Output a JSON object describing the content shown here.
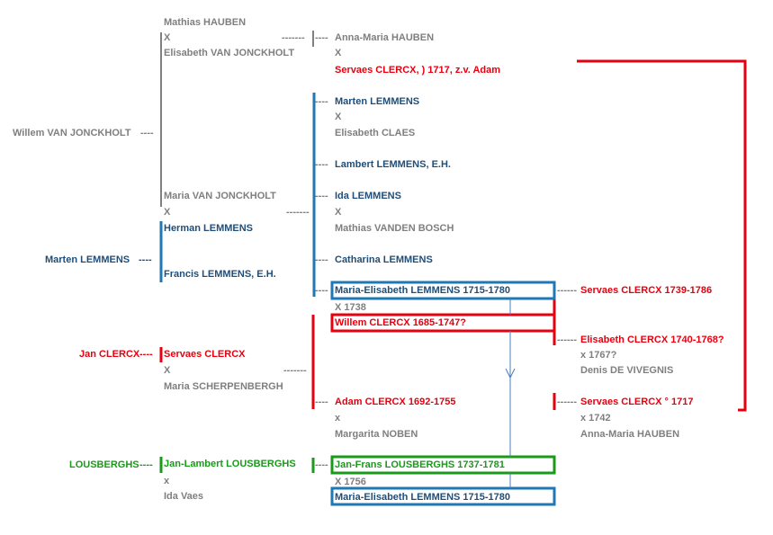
{
  "colors": {
    "gray": "#7f7f7f",
    "blue": "#1f4e79",
    "bar_blue": "#1f77b4",
    "red": "#e8000f",
    "green": "#1a9a1a",
    "black": "#000000",
    "arrow": "#4a7ebb"
  },
  "gen1": {
    "willem_vj": "Willem VAN JONCKHOLT",
    "marten_lemmens": "Marten LEMMENS",
    "jan_clercx": "Jan CLERCX",
    "lousberghs": "LOUSBERGHS",
    "dashes": "----"
  },
  "gen2": {
    "mathias_hauben": "Mathias HAUBEN",
    "x1": "X",
    "elisabeth_vj": "Elisabeth VAN JONCKHOLT",
    "maria_vj": "Maria VAN JONCKHOLT",
    "x2": "X",
    "herman_lemmens": "Herman LEMMENS",
    "francis_lemmens": "Francis LEMMENS, E.H.",
    "servaes_clercx": "Servaes CLERCX",
    "x3": "X",
    "maria_scherp": "Maria SCHERPENBERGH",
    "jan_lambert": "Jan-Lambert LOUSBERGHS",
    "x4": "x",
    "ida_vaes": "Ida Vaes",
    "long_dashes": "-------"
  },
  "gen3": {
    "anna_maria_hauben": "Anna-Maria HAUBEN",
    "x1": "X",
    "servaes_1717_adam": "Servaes CLERCX, ) 1717, z.v. Adam",
    "marten_lemmens": "Marten LEMMENS",
    "x2": "X",
    "elisabeth_claes": "Elisabeth CLAES",
    "lambert_lemmens": "Lambert LEMMENS, E.H.",
    "ida_lemmens": "Ida LEMMENS",
    "x3": "X",
    "mathias_vdb": "Mathias VANDEN BOSCH",
    "catharina_lemmens": "Catharina LEMMENS",
    "maria_elisabeth_1": "Maria-Elisabeth LEMMENS 1715-1780",
    "x1738": "X 1738",
    "willem_clercx": "Willem CLERCX 1685-1747?",
    "adam_clercx": "Adam CLERCX 1692-1755",
    "x5": "x",
    "margarita_noben": "Margarita NOBEN",
    "jan_frans": "Jan-Frans LOUSBERGHS 1737-1781",
    "x1756": "X 1756",
    "maria_elisabeth_2": "Maria-Elisabeth LEMMENS 1715-1780",
    "dashes": "----"
  },
  "gen4": {
    "servaes_1739": "Servaes CLERCX 1739-1786",
    "elisabeth_clercx": "Elisabeth CLERCX 1740-1768?",
    "x1767": "x 1767?",
    "denis": "Denis DE VIVEGNIS",
    "servaes_1717": "Servaes CLERCX ° 1717",
    "x1742": "x 1742",
    "anna_maria_hauben": "Anna-Maria HAUBEN",
    "dashes": "------"
  }
}
